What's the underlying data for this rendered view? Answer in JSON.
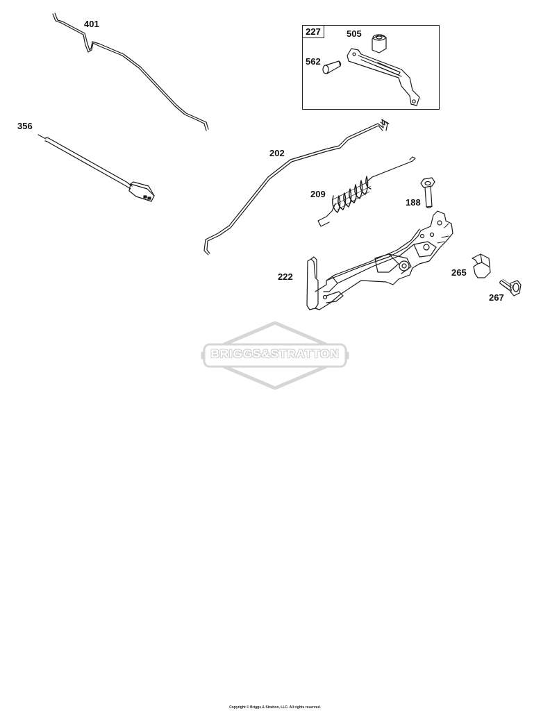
{
  "diagram": {
    "inset_group": "227",
    "parts": {
      "p401": "401",
      "p356": "356",
      "p202": "202",
      "p209": "209",
      "p188": "188",
      "p222": "222",
      "p265": "265",
      "p267": "267",
      "p505": "505",
      "p562": "562"
    },
    "watermark_text": "BRIGGS&STRATTON",
    "copyright": "Copyright © Briggs & Stratton, LLC. All rights reserved."
  },
  "colors": {
    "line": "#1a1a1a",
    "watermark": "#d0d0d0"
  }
}
